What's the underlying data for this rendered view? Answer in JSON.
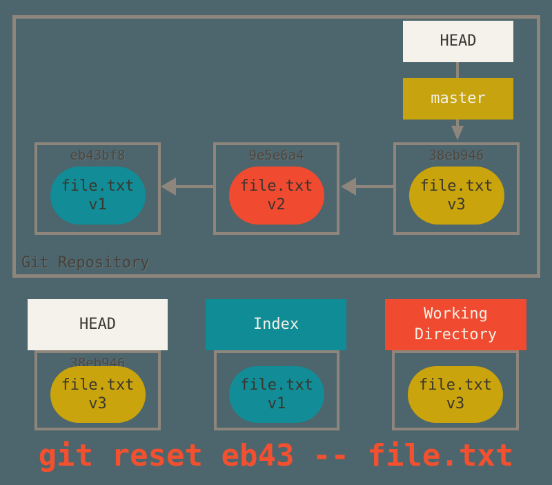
{
  "palette": {
    "background": "#4D656C",
    "outline_gray": "#8E867C",
    "cream": "#F4F2EB",
    "gold": "#C6A30F",
    "teal": "#128C96",
    "red_orange": "#F04A31",
    "dark_text": "#3B3731",
    "hash_text": "#4E463D",
    "command_text": "#F3502F"
  },
  "repository": {
    "label": "Git Repository",
    "head": {
      "label": "HEAD"
    },
    "branch": {
      "label": "master"
    },
    "commits": [
      {
        "hash": "eb43bf8",
        "file": "file.txt",
        "version": "v1"
      },
      {
        "hash": "9e5e6a4",
        "file": "file.txt",
        "version": "v2"
      },
      {
        "hash": "38eb946",
        "file": "file.txt",
        "version": "v3"
      }
    ]
  },
  "areas": {
    "head": {
      "title": "HEAD",
      "hash": "38eb946",
      "file": "file.txt",
      "version": "v3"
    },
    "index": {
      "title": "Index",
      "file": "file.txt",
      "version": "v1"
    },
    "working_directory": {
      "title": "Working Directory",
      "file": "file.txt",
      "version": "v3"
    }
  },
  "command": "git reset eb43 -- file.txt"
}
